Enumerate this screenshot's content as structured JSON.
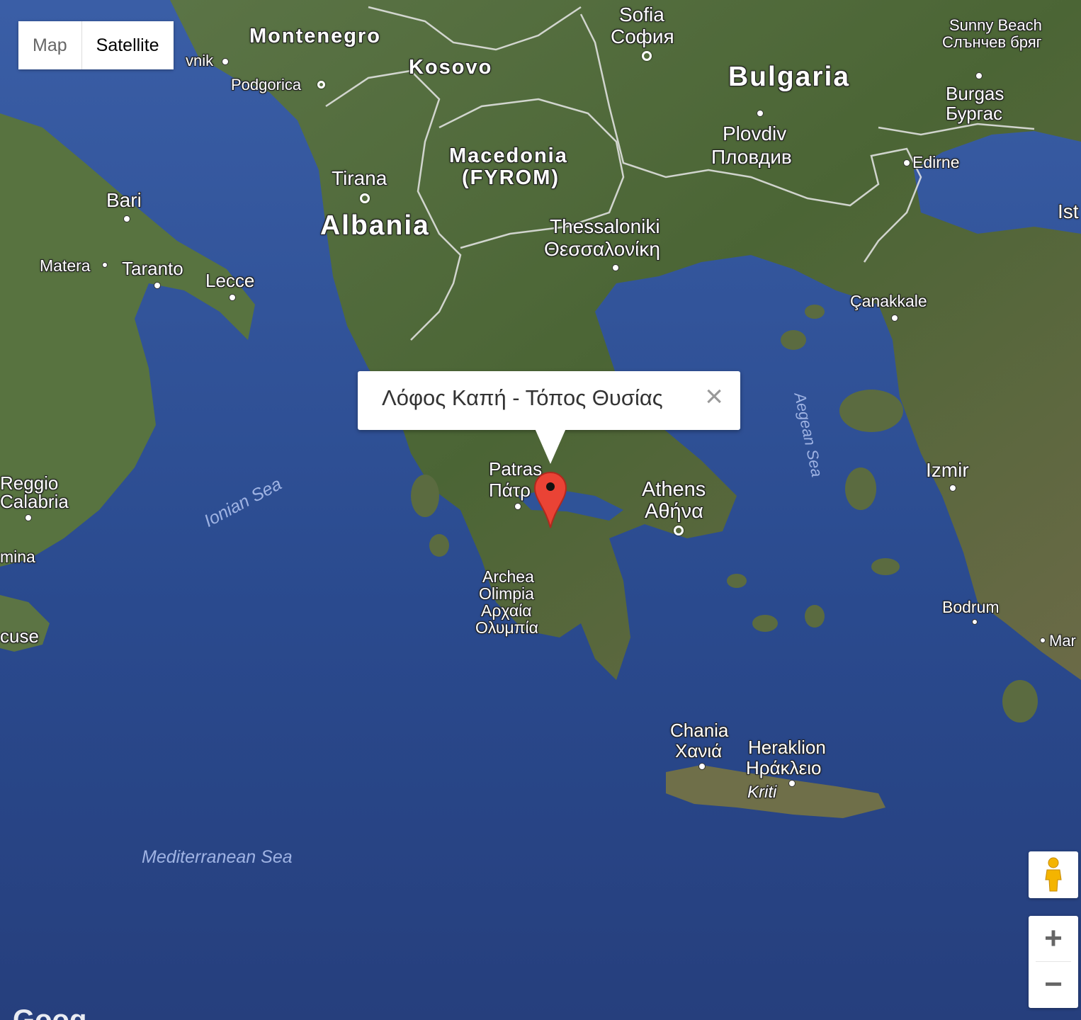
{
  "map_type_control": {
    "map_label": "Map",
    "satellite_label": "Satellite",
    "active": "satellite"
  },
  "info_window": {
    "title": "Λόφος Καπή - Τόπος Θυσίας",
    "close_glyph": "×"
  },
  "countries": {
    "montenegro": "Montenegro",
    "kosovo": "Kosovo",
    "bulgaria": "Bulgaria",
    "macedonia_1": "Macedonia",
    "macedonia_2": "(FYROM)",
    "albania": "Albania"
  },
  "cities": {
    "sofia": "Sofia",
    "sofia_local": "София",
    "sunny_beach": "Sunny Beach",
    "sunny_beach_local": "Слънчев бряг",
    "dubrovnik_partial": "vnik",
    "podgorica": "Podgorica",
    "burgas": "Burgas",
    "burgas_local": "Бургас",
    "plovdiv": "Plovdiv",
    "plovdiv_local": "Пловдив",
    "edirne": "Edirne",
    "tirana": "Tirana",
    "bari": "Bari",
    "istanbul_partial": "Ist",
    "thessaloniki": "Thessaloniki",
    "thessaloniki_local": "Θεσσαλονίκη",
    "matera": "Matera",
    "taranto": "Taranto",
    "lecce": "Lecce",
    "canakkale": "Çanakkale",
    "izmir": "Izmir",
    "reggio_1": "Reggio",
    "reggio_2": "Calabria",
    "patras": "Patras",
    "patras_local": "Πάτρ",
    "athens": "Athens",
    "athens_local": "Αθήνα",
    "messina_partial": "mina",
    "archea_1": "Archea",
    "archea_2": "Olimpia",
    "archea_3": "Αρχαία",
    "archea_4": "Ολυμπία",
    "bodrum": "Bodrum",
    "syracuse_partial": "cuse",
    "marmaris_partial": "Mar",
    "chania": "Chania",
    "chania_local": "Χανιά",
    "heraklion": "Heraklion",
    "heraklion_local": "Ηράκλειο",
    "kriti": "Kriti"
  },
  "seas": {
    "ionian": "Ionian Sea",
    "aegean": "Aegean Sea",
    "mediterranean": "Mediterranean Sea"
  },
  "zoom": {
    "in_glyph": "+",
    "out_glyph": "−"
  },
  "attribution": "Goog",
  "icons": [
    "pegman-icon",
    "map-marker-icon",
    "close-icon"
  ],
  "colors": {
    "sea": "#2b4c8f",
    "land": "#4e6a36",
    "marker": "#ea4335",
    "borders": "#e8e8e8"
  }
}
